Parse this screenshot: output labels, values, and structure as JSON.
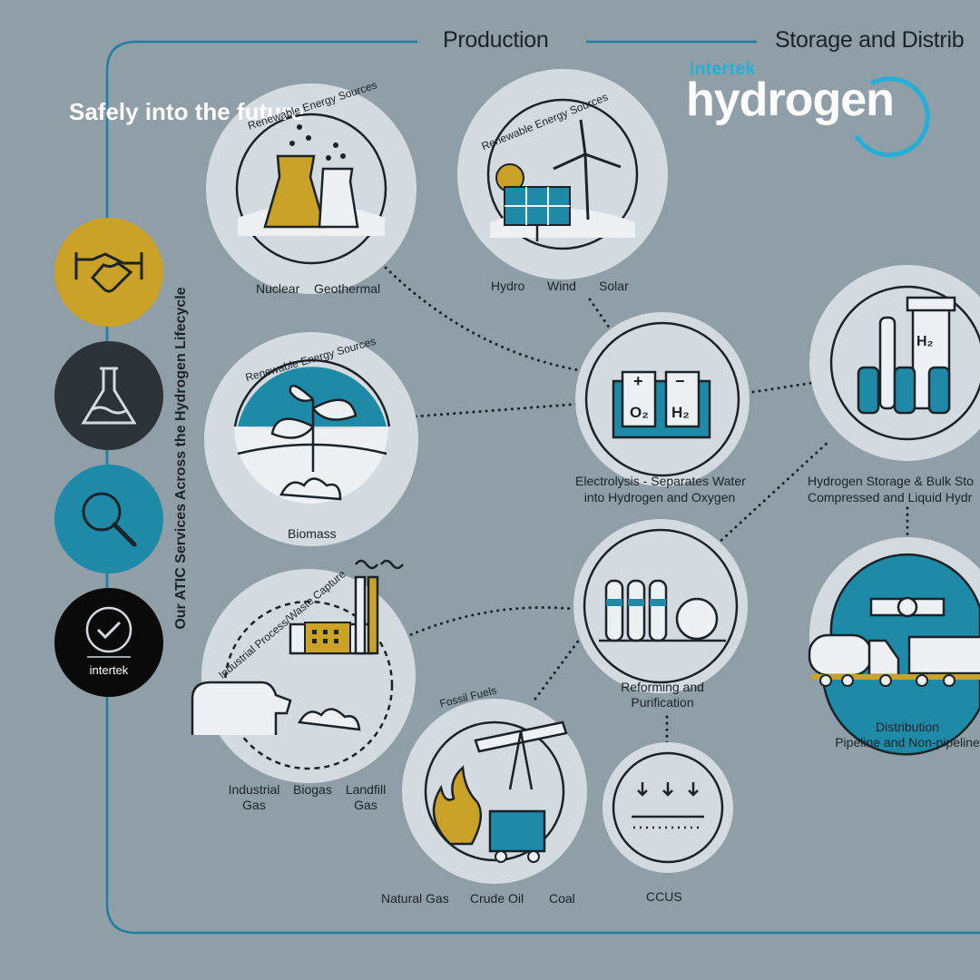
{
  "headers": {
    "production": "Production",
    "storage": "Storage and Distrib"
  },
  "tagline": "Safely into the future",
  "brand": {
    "small": "intertek",
    "big": "hydrogen"
  },
  "vertical_label": "Our ATIC Services Across the Hydrogen Lifecycle",
  "services": [
    {
      "name": "handshake-icon",
      "color": "#c9a227"
    },
    {
      "name": "flask-icon",
      "color": "#2b3338"
    },
    {
      "name": "magnifier-icon",
      "color": "#1f8aa8"
    },
    {
      "name": "intertek-check-icon",
      "color": "#0a0a0a",
      "label": "intertek"
    }
  ],
  "arc_label": {
    "renewable": "Renewable Energy Sources",
    "industrial": "Industrial Process/Waste Capture",
    "fossil": "Fossil Fuels"
  },
  "labels": {
    "nuclear": "Nuclear",
    "geothermal": "Geothermal",
    "hydro": "Hydro",
    "wind": "Wind",
    "solar": "Solar",
    "biomass": "Biomass",
    "electrolysis_1": "Electrolysis - Separates Water",
    "electrolysis_2": "into Hydrogen and Oxygen",
    "storage_1": "Hydrogen Storage & Bulk Sto",
    "storage_2": "Compressed and Liquid Hydr",
    "industrial_gas_1": "Industrial",
    "industrial_gas_2": "Gas",
    "biogas": "Biogas",
    "landfill_1": "Landfill",
    "landfill_2": "Gas",
    "reforming_1": "Reforming and",
    "reforming_2": "Purification",
    "distribution_1": "Distribution",
    "distribution_2": "Pipeline and Non-pipeline",
    "natural_gas": "Natural Gas",
    "crude_oil": "Crude Oil",
    "coal": "Coal",
    "ccus": "CCUS"
  },
  "icon_text": {
    "o2": "O₂",
    "h2": "H₂",
    "h2_tank": "H₂",
    "plus": "+",
    "minus": "−"
  }
}
